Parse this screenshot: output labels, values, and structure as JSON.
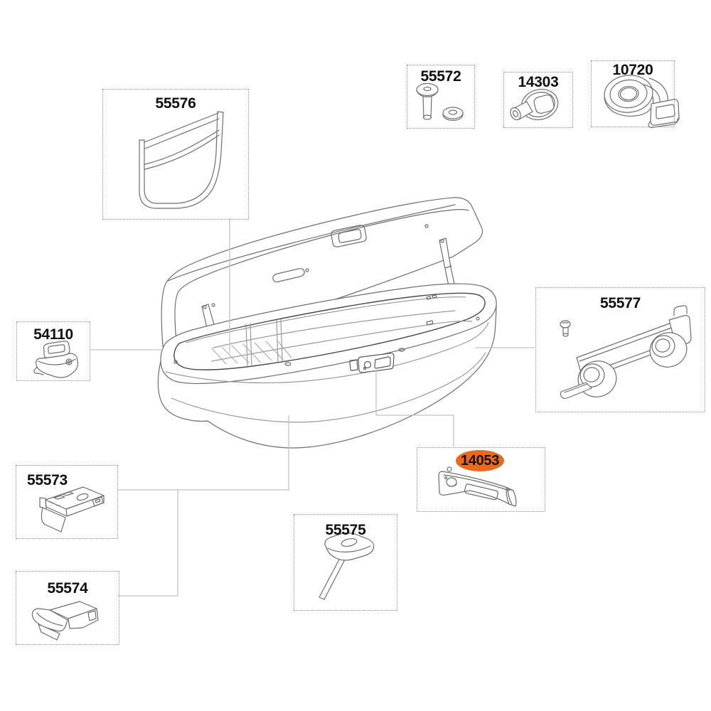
{
  "diagram": {
    "accent_color": "#E96A1E",
    "connector_color": "#c2c2c2",
    "art_color": "#6e6e6e",
    "callouts": [
      {
        "part_number": "55576",
        "highlighted": false
      },
      {
        "part_number": "55572",
        "highlighted": false
      },
      {
        "part_number": "14303",
        "highlighted": false
      },
      {
        "part_number": "10720",
        "highlighted": false
      },
      {
        "part_number": "54110",
        "highlighted": false
      },
      {
        "part_number": "55577",
        "highlighted": false
      },
      {
        "part_number": "55573",
        "highlighted": false
      },
      {
        "part_number": "55574",
        "highlighted": false
      },
      {
        "part_number": "55575",
        "highlighted": false
      },
      {
        "part_number": "14053",
        "highlighted": true
      }
    ]
  }
}
